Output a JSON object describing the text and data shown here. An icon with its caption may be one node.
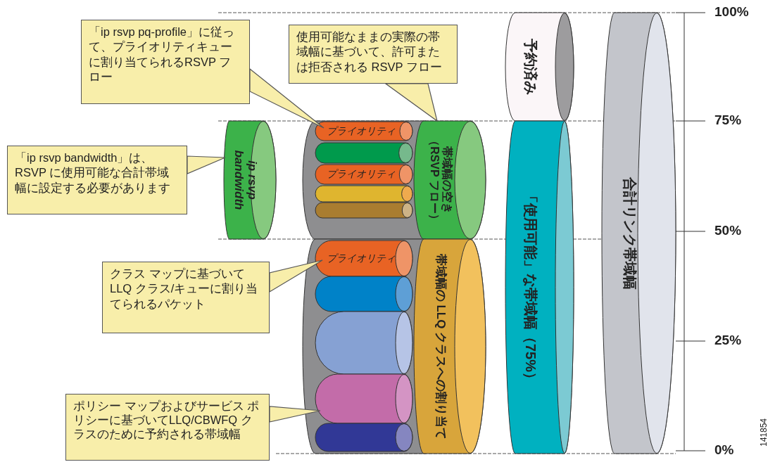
{
  "diagram": {
    "nodes": [
      {
        "text": [
          "「ip rsvp pq-profile」に従って、プライオリティキューに割り当てられるRSVP フロー"
        ]
      },
      {
        "text": [
          "使用可能なままの実際の帯域幅に基づいて、許可または拒否される RSVP フロー"
        ]
      },
      {
        "text": [
          "「ip rsvp bandwidth」は、RSVP に使用可能な合計帯域幅に設定する必要があります"
        ]
      },
      {
        "text": [
          "ip rsvp bandwidth"
        ]
      },
      {
        "text": [],
        "shape": "cylinder"
      },
      {
        "text": [
          "プライオリティ"
        ],
        "in": 4
      },
      {
        "text": [],
        "shape": "cylinder",
        "in": 4
      },
      {
        "text": [
          "プライオリティ"
        ],
        "in": 4
      },
      {
        "text": [],
        "shape": "cylinder",
        "in": 4
      },
      {
        "text": [],
        "shape": "cylinder",
        "in": 4
      },
      {
        "text": [
          "帯域幅の空き（RSVP フロー）"
        ]
      },
      {
        "text": [
          "予約済み"
        ]
      },
      {
        "text": [
          "「使用可能」な帯域幅（75%）"
        ]
      },
      {
        "text": [
          "合計リンク帯域幅"
        ]
      },
      {
        "text": [],
        "shape": "cylinder"
      },
      {
        "text": [
          "プライオリティ"
        ],
        "in": 14
      },
      {
        "text": [],
        "shape": "cylinder",
        "in": 14
      },
      {
        "text": [],
        "shape": "cylinder",
        "in": 14
      },
      {
        "text": [],
        "shape": "cylinder",
        "in": 14
      },
      {
        "text": [],
        "shape": "cylinder",
        "in": 14
      },
      {
        "text": [
          "帯域幅の LLQ クラスへの割り当て"
        ]
      },
      {
        "text": [
          "クラス マップに基づいてLLQ クラス/キューに割り当てられるパケット"
        ]
      },
      {
        "text": [
          "ポリシー マップおよびサービス ポリシーに基づいてLLQ/CBWFQ クラスのために予約される帯域幅"
        ]
      }
    ],
    "edges": [
      {
        "from": 0,
        "to": 5,
        "arrow": "to"
      },
      {
        "from": 1,
        "to": 10,
        "arrow": "to"
      },
      {
        "from": 2,
        "to": 3,
        "arrow": "to"
      },
      {
        "from": 21,
        "to": 15,
        "arrow": "to"
      },
      {
        "from": 22,
        "to": 18,
        "arrow": "to"
      }
    ],
    "labels": [
      "100%",
      "75%",
      "50%",
      "25%",
      "0%",
      "141854"
    ]
  }
}
